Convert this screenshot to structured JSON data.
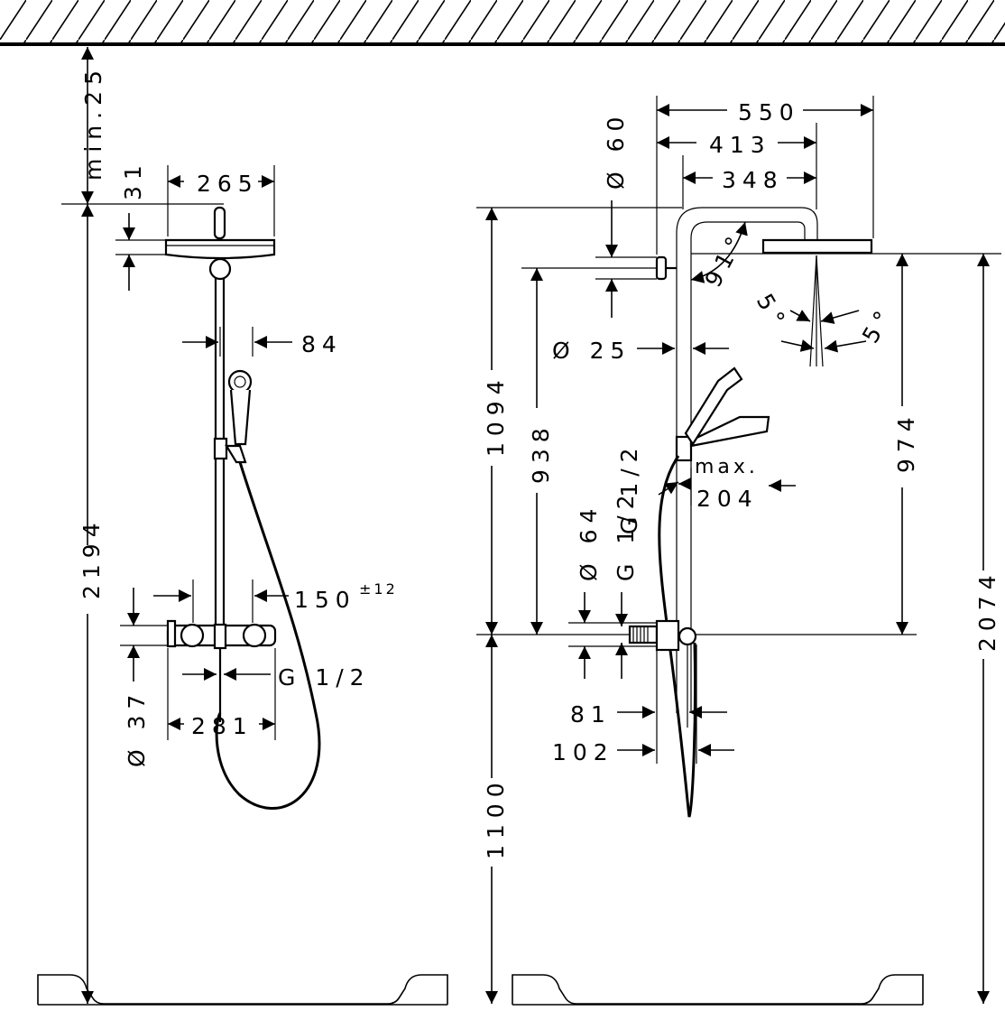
{
  "dimensions": {
    "left_min_clearance": "min.25",
    "left_head_width": "265",
    "left_head_height": "31",
    "left_projection": "84",
    "left_total_height": "2194",
    "left_thermostat_depth": "150",
    "left_thermostat_tolerance": "±12",
    "left_pipe_diameter": "Ø 37",
    "left_center_distance": "281",
    "left_thread": "G 1/2",
    "right_arm_length": "550",
    "right_arm_413": "413",
    "right_arm_348": "348",
    "right_diameter_60": "Ø 60",
    "right_angle_91": "91°",
    "right_angle_5a": "5°",
    "right_angle_5b": "5°",
    "right_pipe_diameter": "Ø 25",
    "right_height_1094": "1094",
    "right_height_938": "938",
    "right_height_974": "974",
    "right_max": "max.",
    "right_max_204": "204",
    "right_diameter_64": "Ø 64",
    "right_thread_a": "G 1/2",
    "right_thread_b": "G 1/2",
    "right_depth_81": "81",
    "right_depth_102": "102",
    "right_height_1100": "1100",
    "right_total_height": "2074"
  }
}
